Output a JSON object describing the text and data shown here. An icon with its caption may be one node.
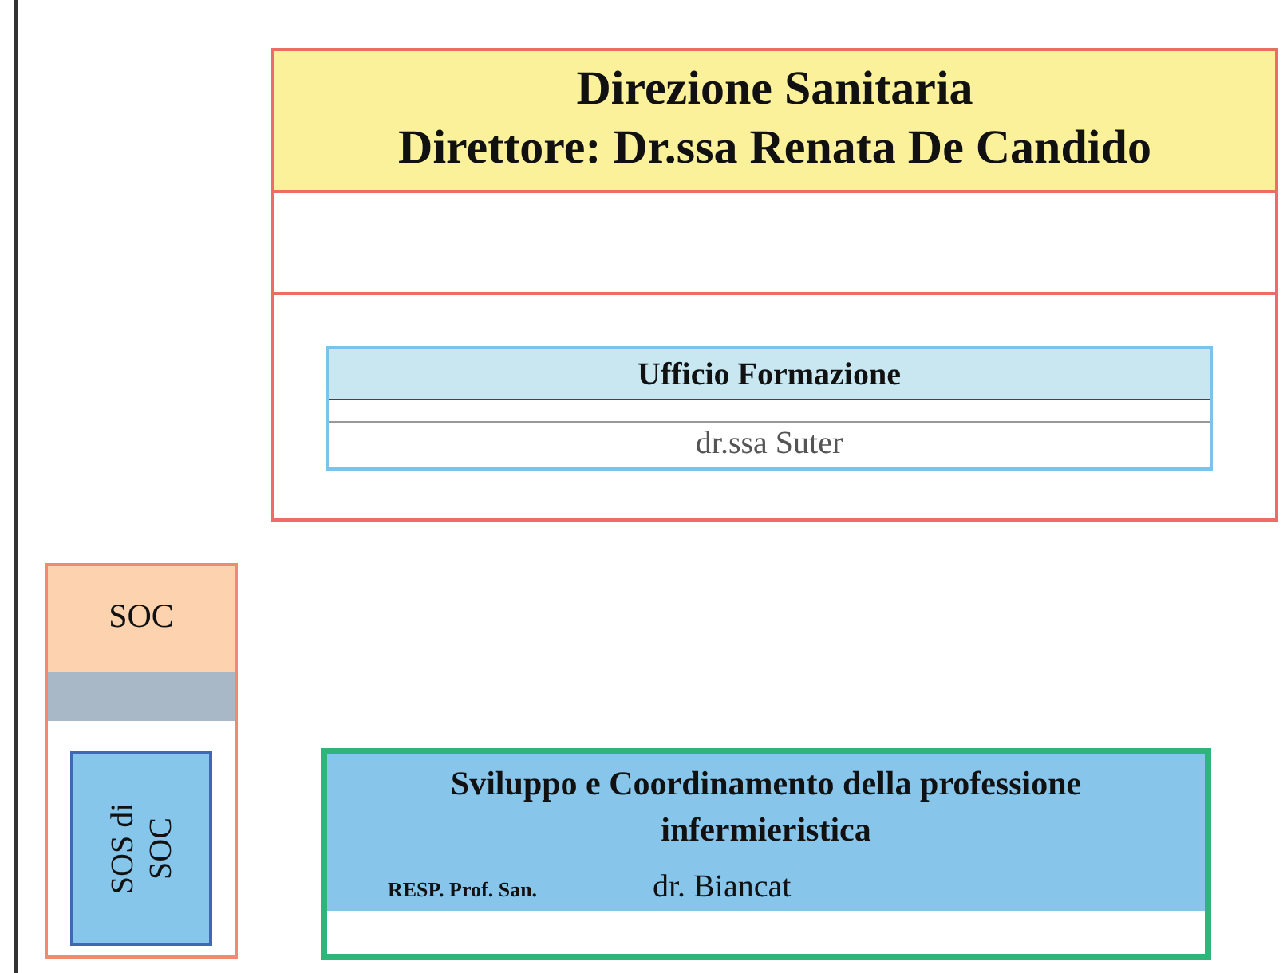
{
  "diagram": {
    "nodes": [
      {
        "text": [
          "Direzione Sanitaria",
          "Direttore: Dr.ssa Renata De Candido"
        ]
      },
      {
        "text": [
          "Ufficio Formazione",
          "dr.ssa Suter"
        ],
        "in": 0
      },
      {
        "text": [
          "SOC"
        ]
      },
      {
        "text": [
          "SOS di SOC"
        ],
        "in": 2
      },
      {
        "text": [
          "Sviluppo e Coordinamento della professione infermieristica",
          "RESP. Prof. San.",
          "dr. Biancat"
        ]
      }
    ],
    "edges": []
  }
}
